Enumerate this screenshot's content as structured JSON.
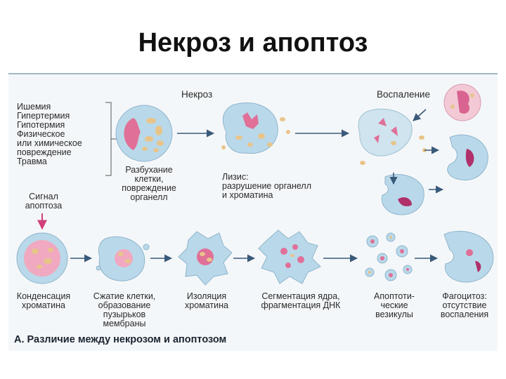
{
  "title": "Некроз и апоптоз",
  "labels": {
    "necrosis": "Некроз",
    "inflammation": "Воспаление",
    "causes": "Ишемия\nГипертермия\nГипотермия\nФизическое\nили химическое\nповреждение\nТравма",
    "apoptosis_signal": "Сигнал\nапоптоза",
    "swelling": "Разбухание\nклетки,\nповреждение\nорганелл",
    "lysis": "Лизис:\nразрушение органелл\nи хроматина",
    "condensation": "Конденсация\nхроматина",
    "shrinkage": "Сжатие клетки,\nобразование\nпузырьков\nмембраны",
    "isolation": "Изоляция\nхроматина",
    "segmentation": "Сегментация ядра,\nфрагментация ДНК",
    "vesicles": "Апоптоти-\nческие\nвезикулы",
    "phagocytosis": "Фагоцитоз:\nотсутствие\nвоспаления"
  },
  "caption": "А. Различие между некрозом и апоптозом",
  "colors": {
    "cell_fill": "#b9d9ea",
    "nucleus": "#e07098",
    "organelle": "#e8c48a",
    "arrow": "#3a5a7a",
    "signal_arrow": "#d0407a",
    "nucleus_dark": "#b0306a"
  }
}
